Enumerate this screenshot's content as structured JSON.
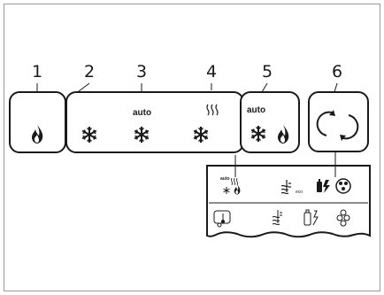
{
  "callouts": [
    "1",
    "2",
    "3",
    "4",
    "5",
    "6"
  ],
  "auto_label": "auto",
  "auto_label_5": "auto",
  "display": {
    "auto_small": "auto",
    "eco_label": "eco"
  },
  "icons": {
    "panel": [
      "flame-icon",
      "snowflake-icon",
      "snowflake-auto-icon",
      "snowflake-heat-icon",
      "snowflake-flame-auto-icon",
      "cycle-arrows-icon"
    ],
    "display_row1": [
      "auto-cool-heat-icon",
      "water-heater-eco-icon",
      "gas-electric-icon",
      "fan-mode-icon"
    ],
    "display_row2": [
      "caravan-thermometer-icon",
      "water-heater-icon",
      "gas-bottle-electric-icon",
      "fan-icon"
    ]
  },
  "colors": {
    "line": "#1a1a1a",
    "background": "#ffffff",
    "frame": "#999999"
  }
}
